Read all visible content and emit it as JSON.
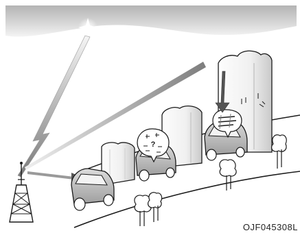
{
  "figure": {
    "reference_code": "OJF045308L",
    "elements": {
      "sky": "sky-band",
      "satellite": "gps-satellite-icon",
      "tower": "radio-tower-icon",
      "cars": [
        "car-1",
        "car-2",
        "car-3"
      ],
      "bubbles": [
        "question-marks-bubble",
        "traffic-jam-bubble"
      ],
      "buildings": [
        "building-1",
        "building-2",
        "building-3",
        "building-4"
      ]
    },
    "bubble_glyph": "?"
  },
  "colors": {
    "sky_dark": "#b4b4b4",
    "sky_light": "#f2f2f2",
    "signal_dark": "#8a8a8a",
    "signal_light": "#eeeeee",
    "arrow": "#555555",
    "outline": "#1a1a1a"
  }
}
